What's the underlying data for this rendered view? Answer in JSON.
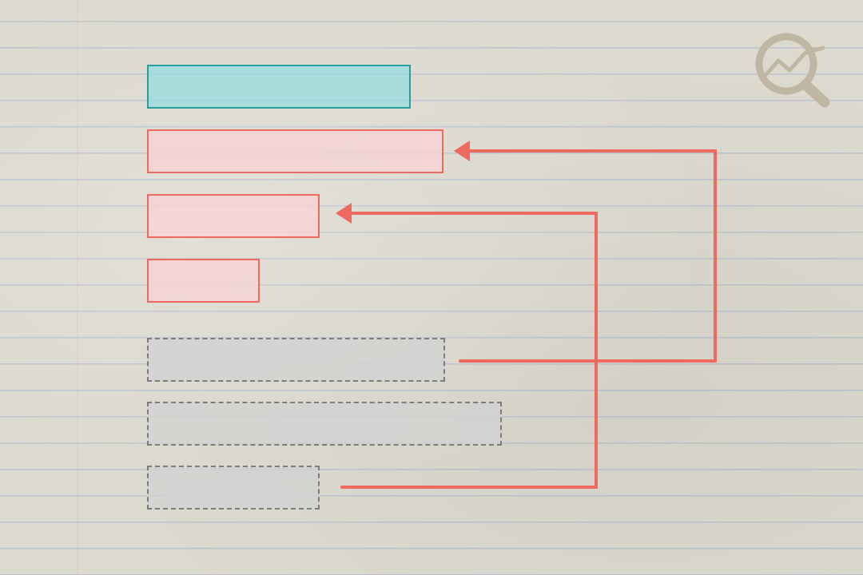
{
  "diagram": {
    "background": "lined-paper",
    "colors": {
      "head_fill": "#91dee0",
      "head_border": "#2a9d9f",
      "target_fill": "#fad2d4",
      "target_border": "#ee6a5f",
      "source_fill": "#d2d2d2",
      "source_border": "#7d7d7d",
      "arrow": "#ee6a5f",
      "logo": "#bfb7a3"
    },
    "boxes": [
      {
        "id": "b0",
        "style": "solid-teal"
      },
      {
        "id": "b1",
        "style": "solid-red"
      },
      {
        "id": "b2",
        "style": "solid-red"
      },
      {
        "id": "b3",
        "style": "solid-red"
      },
      {
        "id": "b4",
        "style": "dashed-gray"
      },
      {
        "id": "b5",
        "style": "dashed-gray"
      },
      {
        "id": "b6",
        "style": "dashed-gray"
      }
    ],
    "connectors": [
      {
        "from": "b4",
        "to": "b1",
        "arrowhead": "end"
      },
      {
        "from": "b6",
        "to": "b2",
        "arrowhead": "end"
      }
    ],
    "logo_icon": "magnifier-chart-icon"
  }
}
